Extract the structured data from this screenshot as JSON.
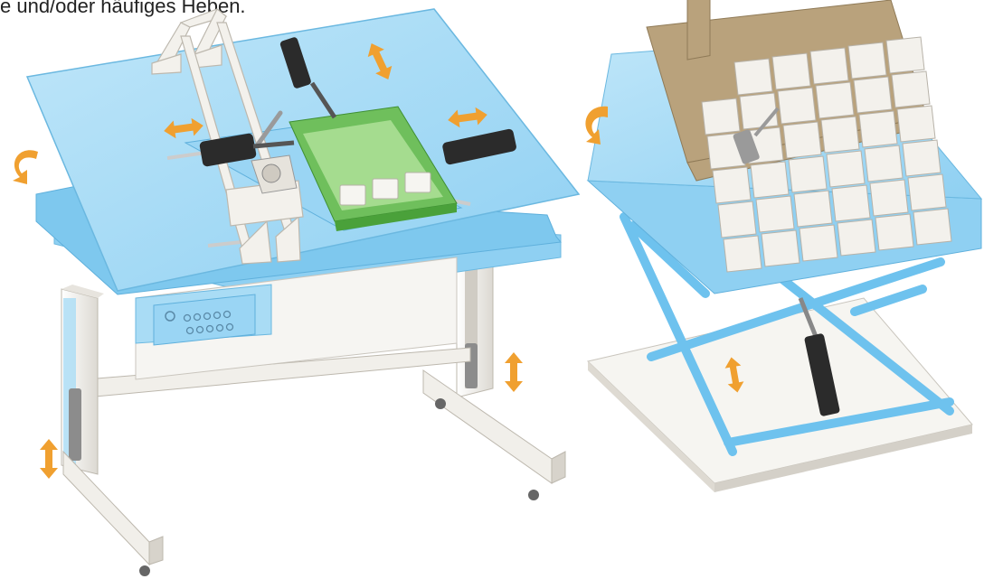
{
  "caption": "e und/oder häufiges Heben.",
  "colors": {
    "table_blue": "#a9dcf5",
    "table_blue_dark": "#7ec8ee",
    "frame_white": "#f4f2ee",
    "actuator_dark": "#2b2b2b",
    "actuator_grey": "#9a9a9a",
    "arrow_orange": "#f0a030",
    "tray_green": "#8ed07a",
    "crate_brown": "#b9a27c",
    "box_white": "#f3f1ec"
  },
  "icons": {
    "double_arrow": "double-headed-arrow-icon",
    "tilt_arrow": "curved-tilt-arrow-icon"
  },
  "left_figure": {
    "name": "height-and-tilt-adjustable-workbench",
    "control_panel_buttons": 10,
    "boxes_in_tray": 3,
    "actuators": 5
  },
  "right_figure": {
    "name": "tilting-scissor-lift-table",
    "pallet_grid_columns": 6,
    "pallet_grid_rows": 6,
    "actuators": 2
  }
}
